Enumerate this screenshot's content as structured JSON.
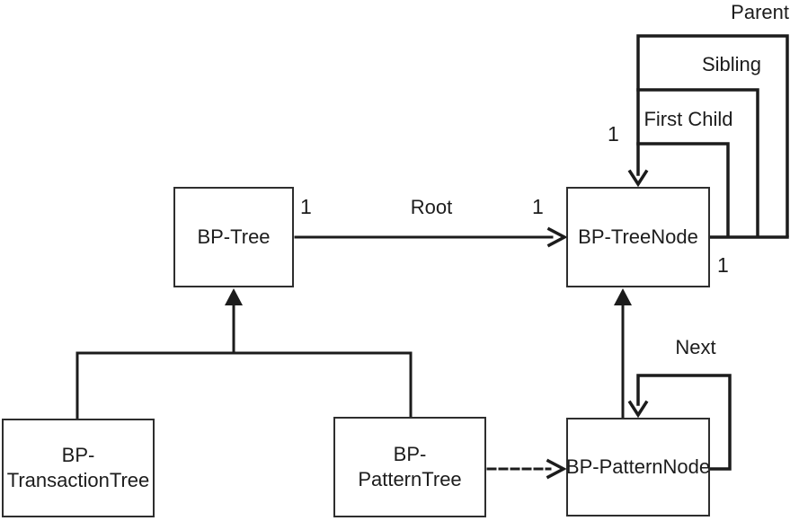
{
  "diagram": {
    "type": "uml-class-diagram",
    "nodes": {
      "tree": {
        "label": "BP-Tree"
      },
      "tree_node": {
        "label": "BP-TreeNode"
      },
      "transaction_tree": {
        "label_line1": "BP-",
        "label_line2": "TransactionTree"
      },
      "pattern_tree": {
        "label_line1": "BP-",
        "label_line2": "PatternTree"
      },
      "pattern_node": {
        "label": "BP-PatternNode"
      }
    },
    "edges": {
      "root": {
        "label": "Root",
        "source_multiplicity": "1",
        "target_multiplicity": "1"
      },
      "parent_loop": {
        "label": "Parent"
      },
      "sibling_loop": {
        "label": "Sibling"
      },
      "first_child_loop": {
        "label": "First Child"
      },
      "loop_entry_multiplicity": "1",
      "loop_exit_multiplicity": "1",
      "next_loop": {
        "label": "Next"
      }
    },
    "colors": {
      "line": "#1c1c1c",
      "box_border": "#2e2e2e",
      "text": "#1c1c1c",
      "background": "#ffffff"
    }
  }
}
